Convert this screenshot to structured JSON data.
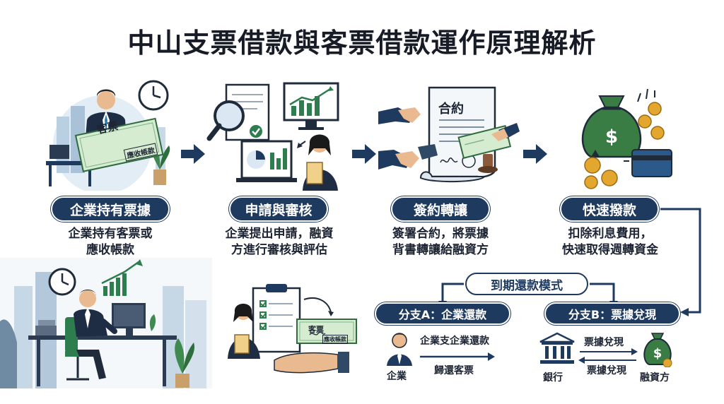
{
  "title": "中山支票借款與客票借款運作原理解析",
  "steps": [
    {
      "label": "企業持有票據",
      "desc_line1": "企業持有客票或",
      "desc_line2": "應收帳款"
    },
    {
      "label": "申請與審核",
      "desc_line1": "企業提出申請，融資",
      "desc_line2": "方進行審核與評估"
    },
    {
      "label": "簽約轉讓",
      "desc_line1": "簽署合約，將票據",
      "desc_line2": "背書轉讓給融資方"
    },
    {
      "label": "快速撥款",
      "desc_line1": "扣除利息費用，",
      "desc_line2": "快速取得週轉資金"
    }
  ],
  "illustration_text": {
    "check_big": "客票",
    "check_small": "應收帳款",
    "contract": "合約",
    "check_clipboard": "客票",
    "check_clipboard_small": "應收帳款"
  },
  "repayment": {
    "mode_label": "到期還款模式",
    "branch_a": {
      "label": "分支A：企業還款",
      "flow_top": "企業支企業還款",
      "flow_bottom": "歸還客票",
      "actor": "企業"
    },
    "branch_b": {
      "label": "分支B：票據兌現",
      "flow_top": "票據兌現",
      "flow_bottom": "票據兌現",
      "actor_left": "銀行",
      "actor_right": "融資方"
    }
  },
  "colors": {
    "navy": "#1f3a5f",
    "green": "#2e7d4f",
    "light_blue": "#dbe8f3",
    "money_green": "#3a7d44",
    "coin": "#e3a72f"
  }
}
